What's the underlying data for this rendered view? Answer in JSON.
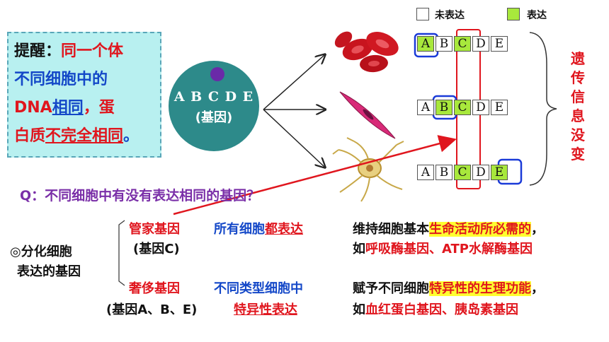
{
  "reminder": {
    "prefix": "提醒：",
    "p1": "同一个体",
    "p2": "不同细胞中的",
    "p3": "DNA",
    "p4": "相同",
    "p5": "，蛋",
    "p6": "白质",
    "p7": "不完全相同",
    "p8": "。"
  },
  "cell": {
    "genes": "A B C D E",
    "label": "(基因)"
  },
  "legend": {
    "unexpressed": "未表达",
    "expressed": "表达"
  },
  "gene_rows": [
    {
      "genes": [
        "A",
        "B",
        "C",
        "D",
        "E"
      ],
      "expressed": [
        "A",
        "C"
      ]
    },
    {
      "genes": [
        "A",
        "B",
        "C",
        "D",
        "E"
      ],
      "expressed": [
        "B",
        "C"
      ]
    },
    {
      "genes": [
        "A",
        "B",
        "C",
        "D",
        "E"
      ],
      "expressed": [
        "C",
        "E"
      ]
    }
  ],
  "vertical_text": [
    "遗",
    "传",
    "信",
    "息",
    "没",
    "变"
  ],
  "question": "Q：不同细胞中有没有表达相同的基因？",
  "classification": {
    "title_line1": "◎分化细胞",
    "title_line2": "表达的基因",
    "housekeeping": {
      "name": "管家基因",
      "example": "(基因C)",
      "desc_a": "所有细胞",
      "desc_b": "都表达",
      "role_a": "维持细胞基本",
      "role_b": "生命活动所必需的",
      "role_c": "，",
      "ex_a": "如",
      "ex_b": "呼吸酶基因、ATP水解酶基因"
    },
    "luxury": {
      "name": "奢侈基因",
      "example": "(基因A、B、E)",
      "desc_a": "不同类型细胞中",
      "desc_b": "特异性表达",
      "role_a": "赋予不同细胞",
      "role_b": "特异性的生理功能",
      "role_c": "，",
      "ex_a": "如",
      "ex_b": "血红蛋白基因、胰岛素基因"
    }
  },
  "colors": {
    "expressed": "#a8e83c",
    "highlight": "#ffff30",
    "red": "#e0161e",
    "blue": "#1448c8",
    "purple": "#7a2fa8",
    "cell": "#2d8a8a",
    "reminder_bg": "#b8f0f0"
  },
  "images": [
    "red-blood-cells",
    "smooth-muscle-cell",
    "neuron"
  ]
}
